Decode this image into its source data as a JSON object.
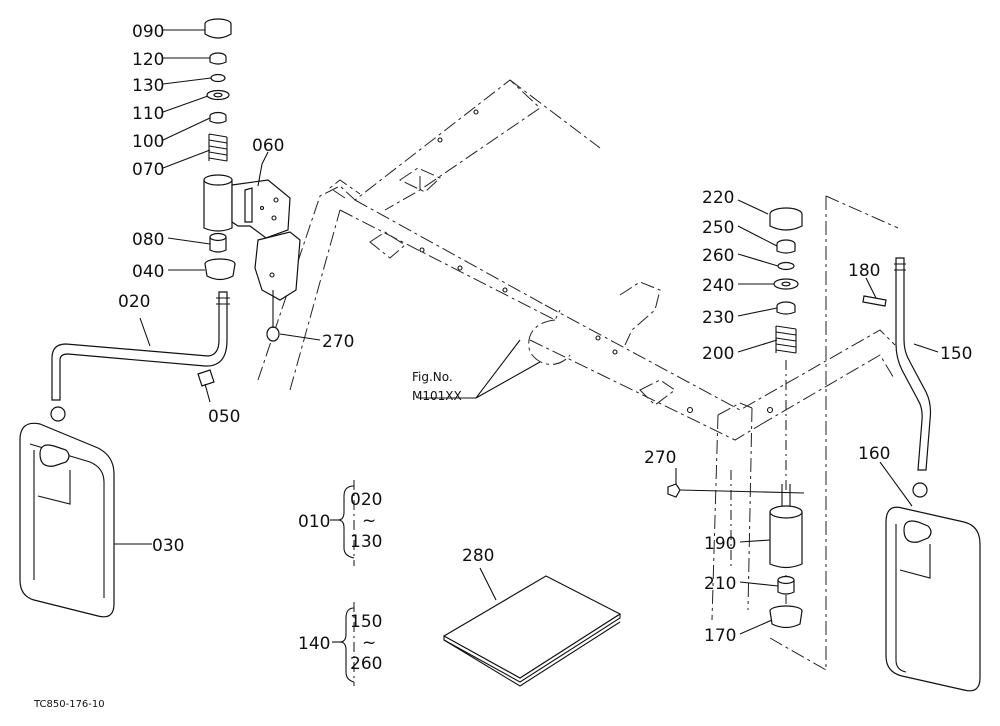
{
  "callouts": {
    "p090": "090",
    "p120": "120",
    "p130": "130",
    "p110": "110",
    "p100": "100",
    "p070": "070",
    "p060": "060",
    "p080": "080",
    "p040": "040",
    "p020": "020",
    "p270a": "270",
    "p050": "050",
    "p030": "030",
    "p220": "220",
    "p250": "250",
    "p260": "260",
    "p240": "240",
    "p230": "230",
    "p200": "200",
    "p180": "180",
    "p150": "150",
    "p270b": "270",
    "p160": "160",
    "p190": "190",
    "p210": "210",
    "p170": "170",
    "p280": "280"
  },
  "groups": {
    "g1_parent": "010",
    "g1_from": "020",
    "g1_tilde": "~",
    "g1_to": "130",
    "g2_parent": "140",
    "g2_from": "150",
    "g2_tilde": "~",
    "g2_to": "260"
  },
  "reference": {
    "fig_label": "Fig.No.",
    "fig_code": "M101XX"
  },
  "drawing_code": "TC850-176-10"
}
